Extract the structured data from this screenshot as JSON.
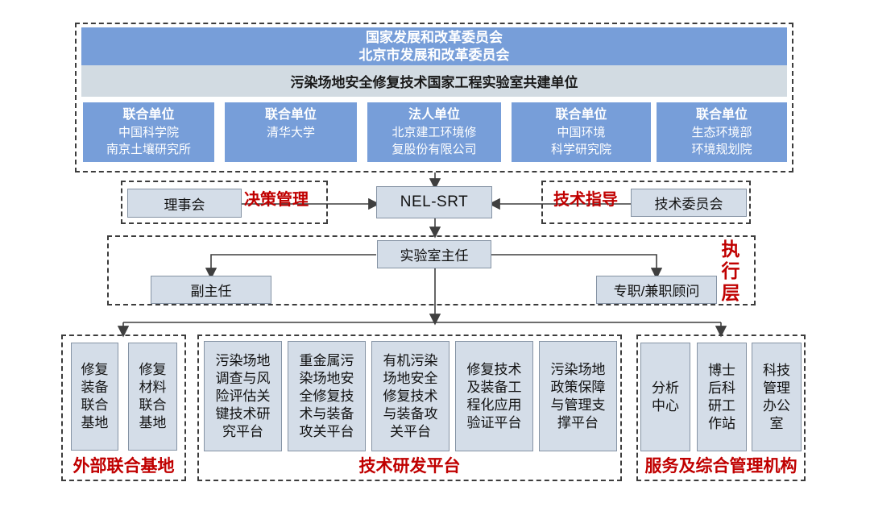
{
  "colors": {
    "unit_blue": "#779ED9",
    "band_gray": "#D2DBE2",
    "box_fill": "#D4DDE8",
    "box_border": "#8593A4",
    "accent_red": "#C00000",
    "line": "#3F3F3F"
  },
  "top_group": {
    "authority_line1": "国家发展和改革委员会",
    "authority_line2": "北京市发展和改革委员会",
    "band": "污染场地安全修复技术国家工程实验室共建单位",
    "units": [
      {
        "role": "联合单位",
        "name": "中国科学院\n南京土壤研究所"
      },
      {
        "role": "联合单位",
        "name": "清华大学"
      },
      {
        "role": "法人单位",
        "name": "北京建工环境修\n复股份有限公司"
      },
      {
        "role": "联合单位",
        "name": "中国环境\n科学研究院"
      },
      {
        "role": "联合单位",
        "name": "生态环境部\n环境规划院"
      }
    ]
  },
  "governance": {
    "council": "理事会",
    "decision_label": "决策管理",
    "center": "NEL-SRT",
    "guidance_label": "技术指导",
    "committee": "技术委员会"
  },
  "executive": {
    "label": "执行层",
    "director": "实验室主任",
    "deputy": "副主任",
    "advisors": "专职/兼职顾问"
  },
  "bottom_groups": [
    {
      "label": "外部联合基地",
      "items": [
        "修复装备联合基地",
        "修复材料联合基地"
      ]
    },
    {
      "label": "技术研发平台",
      "items": [
        "污染场地调查与风险评估关键技术研究平台",
        "重金属污染场地安全修复技术与装备攻关平台",
        "有机污染场地安全修复技术与装备攻关平台",
        "修复技术及装备工程化应用验证平台",
        "污染场地政策保障与管理支撑平台"
      ]
    },
    {
      "label": "服务及综合管理机构",
      "items": [
        "分析中心",
        "博士后科研工作站",
        "科技管理办公室"
      ]
    }
  ]
}
